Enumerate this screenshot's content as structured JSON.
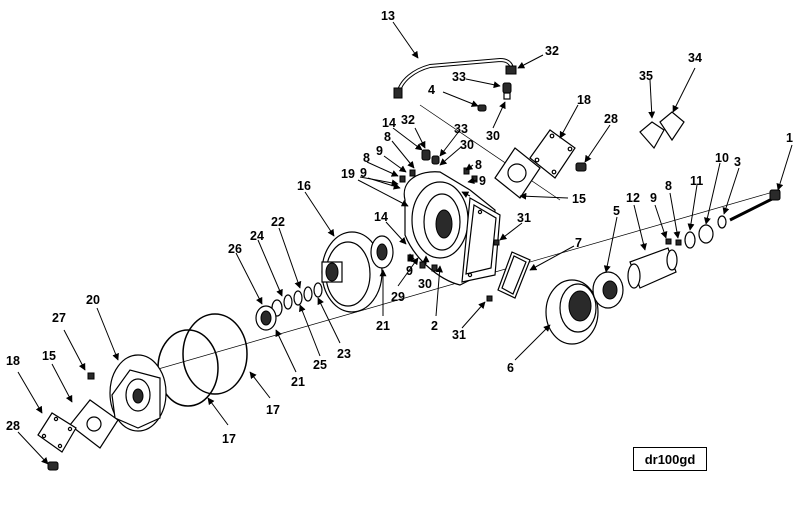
{
  "diagram": {
    "drawing_id": "dr100gd",
    "callouts": [
      {
        "id": "c13",
        "text": "13"
      },
      {
        "id": "c32a",
        "text": "32"
      },
      {
        "id": "c33a",
        "text": "33"
      },
      {
        "id": "c4",
        "text": "4"
      },
      {
        "id": "c30a",
        "text": "30"
      },
      {
        "id": "c18a",
        "text": "18"
      },
      {
        "id": "c28a",
        "text": "28"
      },
      {
        "id": "c14a",
        "text": "14"
      },
      {
        "id": "c32b",
        "text": "32"
      },
      {
        "id": "c33b",
        "text": "33"
      },
      {
        "id": "c8a",
        "text": "8"
      },
      {
        "id": "c30b",
        "text": "30"
      },
      {
        "id": "c9a",
        "text": "9"
      },
      {
        "id": "c8b",
        "text": "8"
      },
      {
        "id": "c9b",
        "text": "9"
      },
      {
        "id": "c19",
        "text": "19"
      },
      {
        "id": "c8c",
        "text": "8"
      },
      {
        "id": "c9c",
        "text": "9"
      },
      {
        "id": "c15a",
        "text": "15"
      },
      {
        "id": "c35",
        "text": "35"
      },
      {
        "id": "c34",
        "text": "34"
      },
      {
        "id": "c1",
        "text": "1"
      },
      {
        "id": "c10",
        "text": "10"
      },
      {
        "id": "c3",
        "text": "3"
      },
      {
        "id": "c11",
        "text": "11"
      },
      {
        "id": "c12",
        "text": "12"
      },
      {
        "id": "c9d",
        "text": "9"
      },
      {
        "id": "c8d",
        "text": "8"
      },
      {
        "id": "c5",
        "text": "5"
      },
      {
        "id": "c16",
        "text": "16"
      },
      {
        "id": "c22",
        "text": "22"
      },
      {
        "id": "c24",
        "text": "24"
      },
      {
        "id": "c26",
        "text": "26"
      },
      {
        "id": "c14b",
        "text": "14"
      },
      {
        "id": "c31a",
        "text": "31"
      },
      {
        "id": "c7",
        "text": "7"
      },
      {
        "id": "c9e",
        "text": "9"
      },
      {
        "id": "c30c",
        "text": "30"
      },
      {
        "id": "c29",
        "text": "29"
      },
      {
        "id": "c2",
        "text": "2"
      },
      {
        "id": "c21a",
        "text": "21"
      },
      {
        "id": "c31b",
        "text": "31"
      },
      {
        "id": "c23",
        "text": "23"
      },
      {
        "id": "c25",
        "text": "25"
      },
      {
        "id": "c21b",
        "text": "21"
      },
      {
        "id": "c20",
        "text": "20"
      },
      {
        "id": "c27",
        "text": "27"
      },
      {
        "id": "c6",
        "text": "6"
      },
      {
        "id": "c17a",
        "text": "17"
      },
      {
        "id": "c17b",
        "text": "17"
      },
      {
        "id": "c18b",
        "text": "18"
      },
      {
        "id": "c15b",
        "text": "15"
      },
      {
        "id": "c28b",
        "text": "28"
      }
    ]
  }
}
